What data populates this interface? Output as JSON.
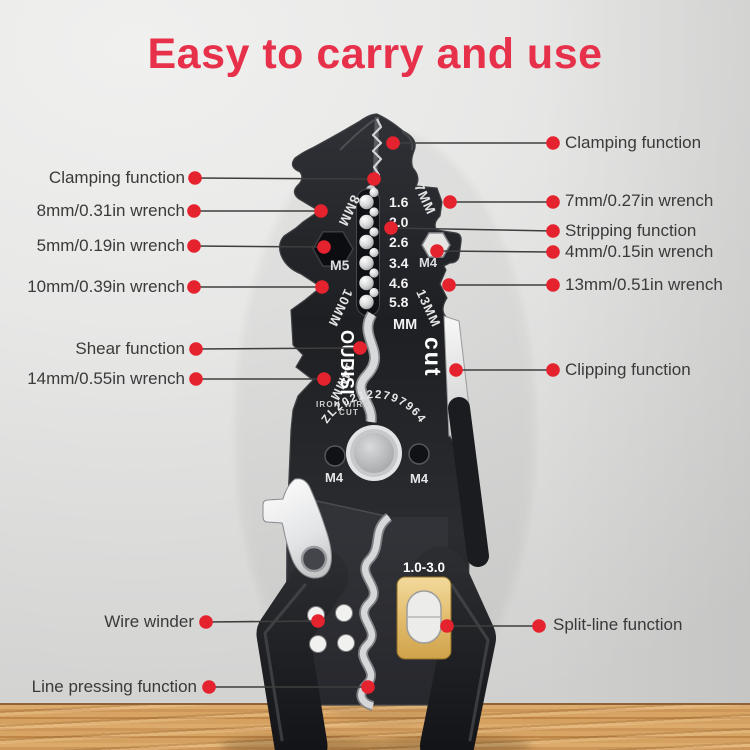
{
  "title": "Easy to carry and use",
  "colors": {
    "accent_red": "#e73049",
    "callout_dot_red": "#e5232e",
    "label_text": "#3a3a3a",
    "tool_black": "#1d1e22",
    "gold_plate": "#ddb462",
    "wood_table": "#cf9a5c"
  },
  "callouts": {
    "left": [
      {
        "label": "Clamping function"
      },
      {
        "label": "8mm/0.31in wrench"
      },
      {
        "label": "5mm/0.19in wrench"
      },
      {
        "label": "10mm/0.39in wrench"
      },
      {
        "label": "Shear function"
      },
      {
        "label": "14mm/0.55in wrench"
      },
      {
        "label": "Wire winder"
      },
      {
        "label": "Line pressing function"
      }
    ],
    "right": [
      {
        "label": "Clamping function"
      },
      {
        "label": "7mm/0.27in wrench"
      },
      {
        "label": "Stripping function"
      },
      {
        "label": "4mm/0.15in wrench"
      },
      {
        "label": "13mm/0.51in wrench"
      },
      {
        "label": "Clipping function"
      },
      {
        "label": "Split-line function"
      }
    ]
  },
  "tool": {
    "brand": "OUDISI",
    "gauge_sizes": [
      "1.6",
      "2.0",
      "2.6",
      "3.4",
      "4.6",
      "5.8"
    ],
    "engravings": {
      "left_jaw": "8MM",
      "right_jaw": "7MM",
      "hex_left": "M5",
      "hex_right": "M4",
      "wrench_left_mid": "10MM",
      "wrench_right_mid": "13MM",
      "wrench_left_lower": "14MM",
      "mm_unit": "MM",
      "cut": "cut",
      "iron_wire_line1": "IRON WIRE",
      "iron_wire_line2": "CUT",
      "patent": "ZL202122797964",
      "pivot_screw_left": "M4",
      "pivot_screw_right": "M4",
      "split_range": "1.0-3.0"
    }
  }
}
